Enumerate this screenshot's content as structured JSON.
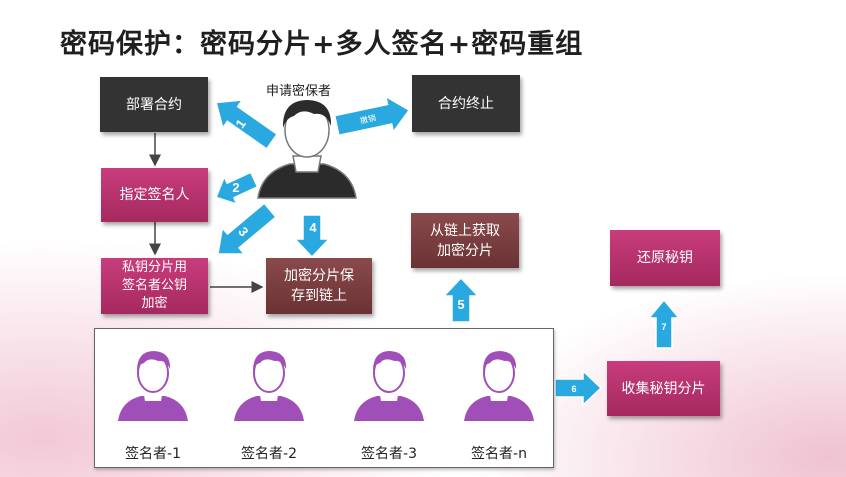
{
  "title": "密码保护：密码分片+多人签名+密码重组",
  "applicant_label": "申请密保者",
  "boxes": {
    "deploy_contract": "部署合约",
    "terminate_contract": "合约终止",
    "assign_signers": "指定签名人",
    "encrypt_shards": "私钥分片用\n签名者公钥\n加密",
    "save_on_chain": "加密分片保\n存到链上",
    "fetch_from_chain": "从链上获取\n加密分片",
    "restore_key": "还原秘钥",
    "collect_shards": "收集秘钥分片"
  },
  "arrow_labels": {
    "a1": "1",
    "a2": "2",
    "a3": "3",
    "a4": "4",
    "a5": "5",
    "a6": "6",
    "a7": "7",
    "revoke": "撤销"
  },
  "signers": [
    "签名者-1",
    "签名者-2",
    "签名者-3",
    "签名者-n"
  ],
  "colors": {
    "dark_box": "#333333",
    "pink_box": "#b8326e",
    "brown_box": "#7a3e40",
    "blue_arrow": "#2aa9e0",
    "signer_purple": "#a04fb8"
  }
}
